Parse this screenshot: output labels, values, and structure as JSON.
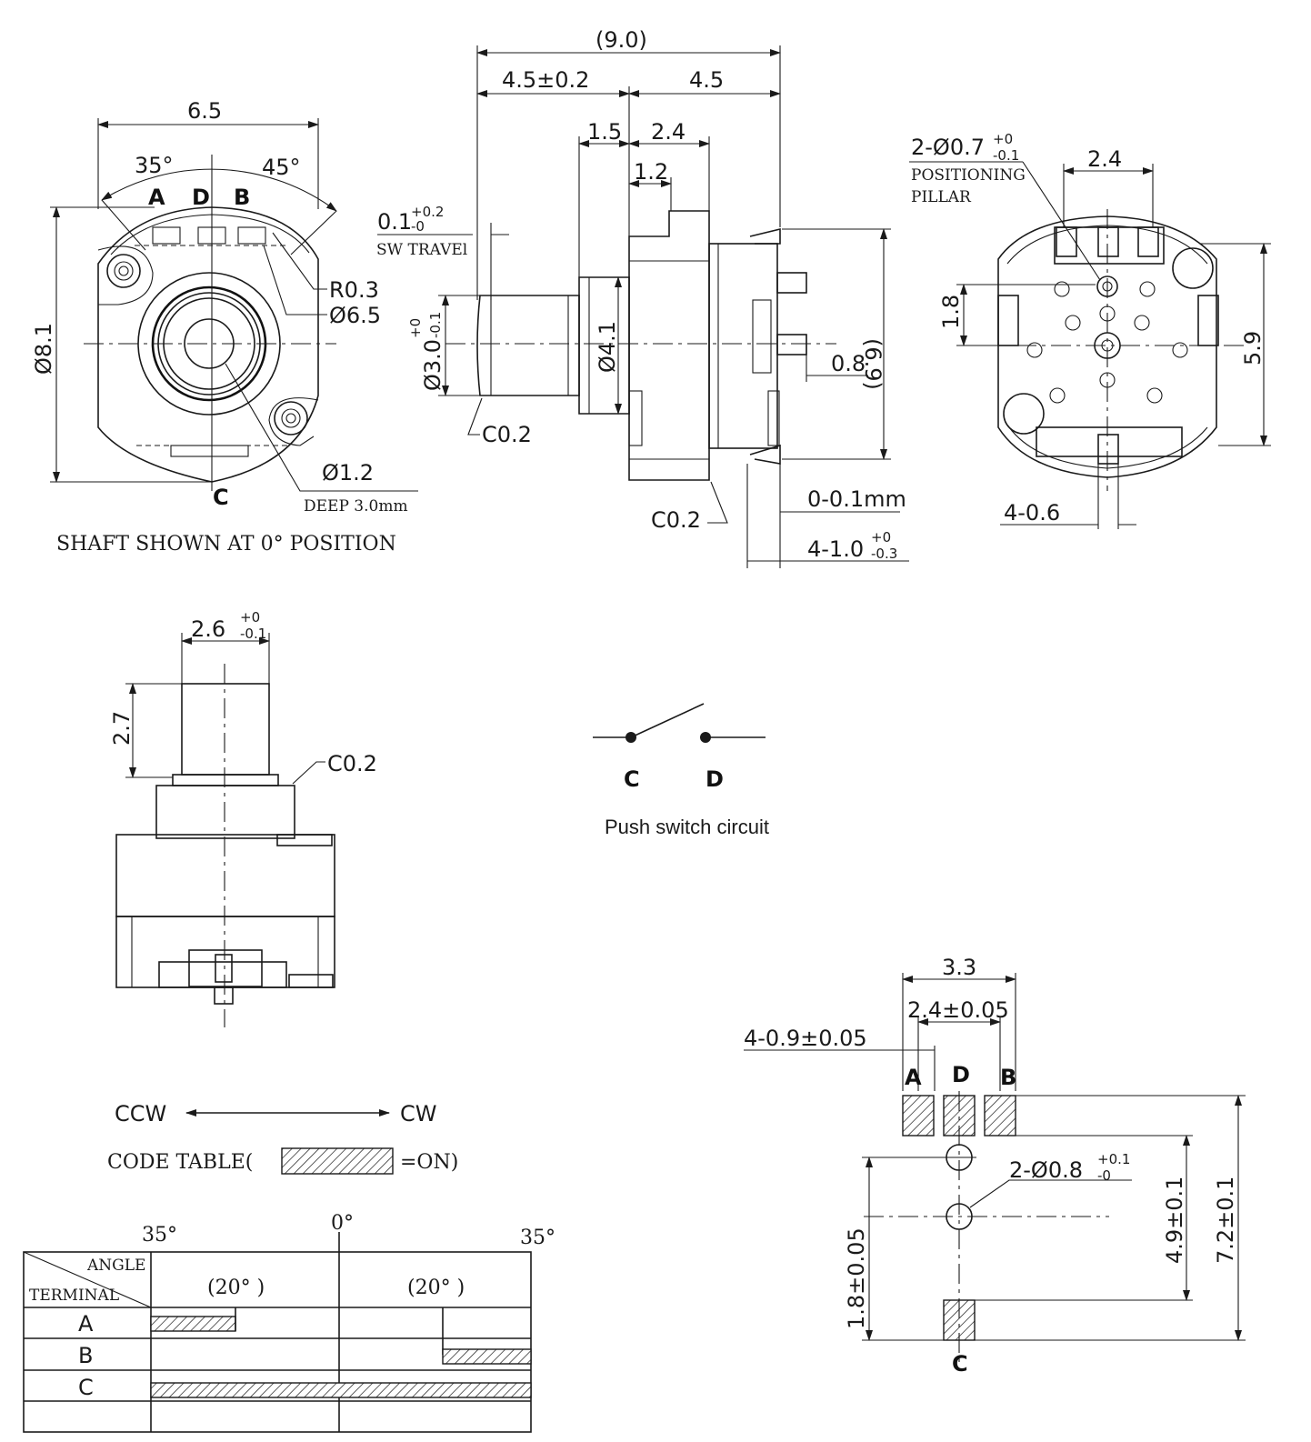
{
  "top_view": {
    "width": "6.5",
    "angle_left": "35°",
    "angle_right": "45°",
    "terminal_a": "A",
    "terminal_d": "D",
    "terminal_b": "B",
    "terminal_c": "C",
    "diameter_body": "Ø8.1",
    "radius": "R0.3",
    "dia_65": "Ø6.5",
    "hole_dia": "Ø1.2",
    "hole_deep": "DEEP 3.0mm",
    "caption": "SHAFT SHOWN AT 0° POSITION"
  },
  "side_view": {
    "overall": "(9.0)",
    "left_len": "4.5±0.2",
    "right_len": "4.5",
    "len_15": "1.5",
    "len_24": "2.4",
    "len_12": "1.2",
    "sw_travel_val": "0.1",
    "sw_travel_tol_top": "+0.2",
    "sw_travel_tol_bot": "-0",
    "sw_travel_label": "SW TRAVEl",
    "shaft_dia": "Ø3.0",
    "shaft_tol_top": "+0",
    "shaft_tol_bot": "-0.1",
    "dia_41": "Ø4.1",
    "height_69": "(6.9)",
    "pin_08": "0.8",
    "chamfer_1": "C0.2",
    "chamfer_2": "C0.2",
    "gap": "0-0.1mm",
    "pins_val": "4-1.0",
    "pins_tol_top": "+0",
    "pins_tol_bot": "-0.3"
  },
  "back_view": {
    "pillar_val": "2-Ø0.7",
    "pillar_tol_top": "+0",
    "pillar_tol_bot": "-0.1",
    "pillar_line1": "POSITIONING",
    "pillar_line2": "PILLAR",
    "pitch": "2.4",
    "offset_18": "1.8",
    "height_59": "5.9",
    "pin_width": "4-0.6"
  },
  "shaft_view": {
    "shaft_w": "2.6",
    "shaft_tol_top": "+0",
    "shaft_tol_bot": "-0.1",
    "shaft_h": "2.7",
    "chamfer": "C0.2"
  },
  "circuit": {
    "label_c": "C",
    "label_d": "D",
    "caption": "Push switch circuit"
  },
  "code_table": {
    "ccw": "CCW",
    "cw": "CW",
    "legend_prefix": "CODE  TABLE(",
    "legend_suffix": "=ON)",
    "angle_left": "35°",
    "angle_center": "0°",
    "angle_right": "35°",
    "header_angle": "ANGLE",
    "header_terminal": "TERMINAL",
    "span_left": "(20° )",
    "span_right": "(20° )",
    "rows": [
      "A",
      "B",
      "C"
    ]
  },
  "pcb_layout": {
    "width_33": "3.3",
    "pitch": "2.4±0.05",
    "pad_width": "4-0.9±0.05",
    "label_a": "A",
    "label_d": "D",
    "label_b": "B",
    "label_c": "C",
    "hole_val": "2-Ø0.8",
    "hole_tol_top": "+0.1",
    "hole_tol_bot": "-0",
    "dim_49": "4.9±0.1",
    "dim_72": "7.2±0.1",
    "dim_18": "1.8±0.05"
  }
}
